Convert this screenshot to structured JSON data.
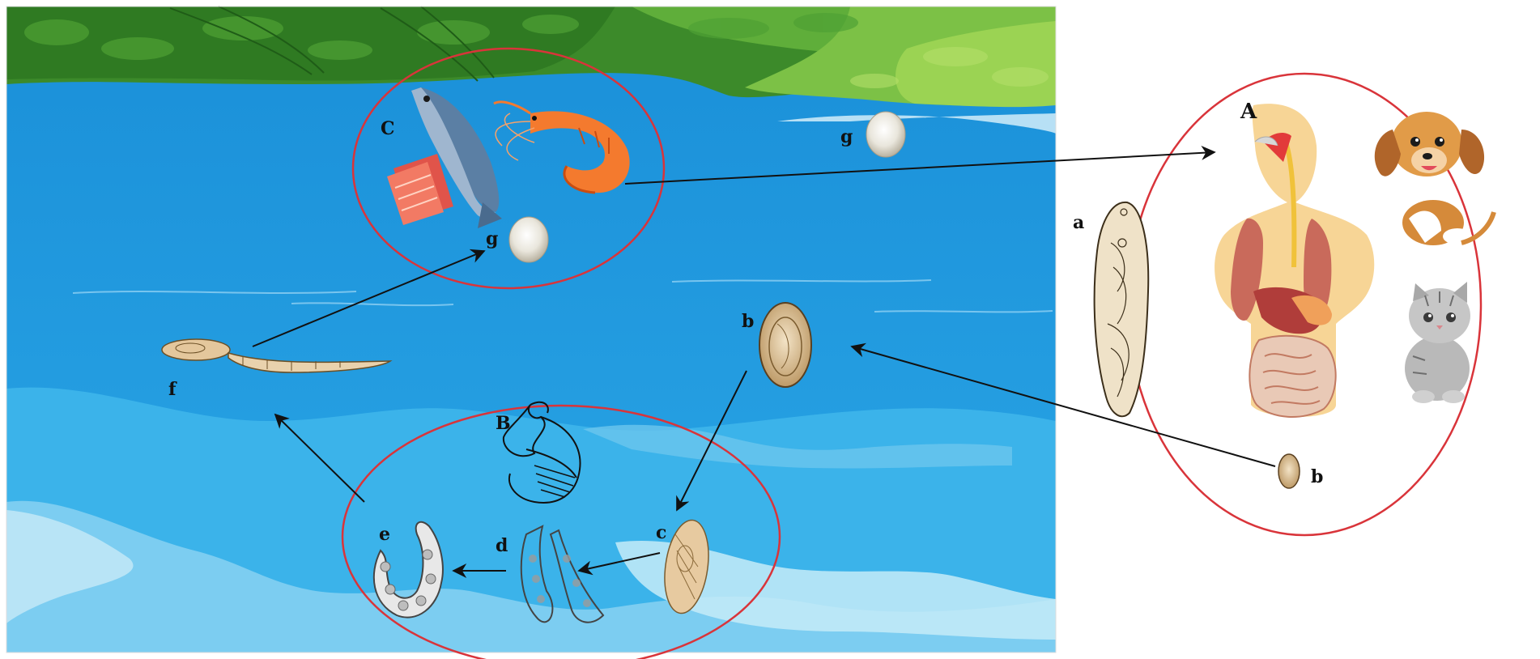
{
  "labels": {
    "host_definitive": "A",
    "host_first_intermediate": "B",
    "host_second_intermediate": "C",
    "adult_worm": "a",
    "egg_in_water": "b",
    "egg_in_feces": "b",
    "miracidium_stage": "c",
    "sporocyst_stage": "d",
    "redia_stage": "e",
    "cercaria_stage": "f",
    "metacercaria_in_fish": "g",
    "metacercaria_on_shore": "g"
  },
  "colors": {
    "water": "#1e9be0",
    "water_light": "#8fd3f2",
    "foliage": "#3f8f2c",
    "circle": "#d9343a",
    "arrow": "#111111"
  }
}
